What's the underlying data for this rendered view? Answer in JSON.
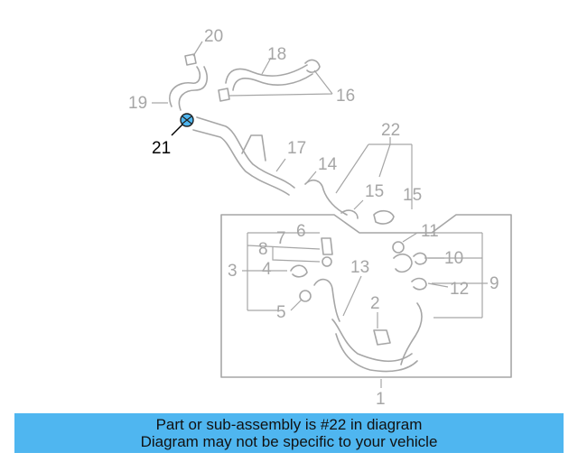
{
  "diagram": {
    "highlighted_part": "22",
    "callouts": [
      "1",
      "2",
      "3",
      "4",
      "5",
      "6",
      "7",
      "8",
      "9",
      "10",
      "11",
      "12",
      "13",
      "15",
      "16",
      "17",
      "18",
      "19",
      "20",
      "21",
      "22",
      "14",
      "15"
    ],
    "colors": {
      "part_lines": "#a6a6a6",
      "highlight": "#4fb6f0",
      "highlight_text": "#000000"
    }
  },
  "banner": {
    "line1": "Part or sub-assembly is #22 in diagram",
    "line2": "Diagram may not be specific to your vehicle",
    "background": "#4fb6f0"
  }
}
